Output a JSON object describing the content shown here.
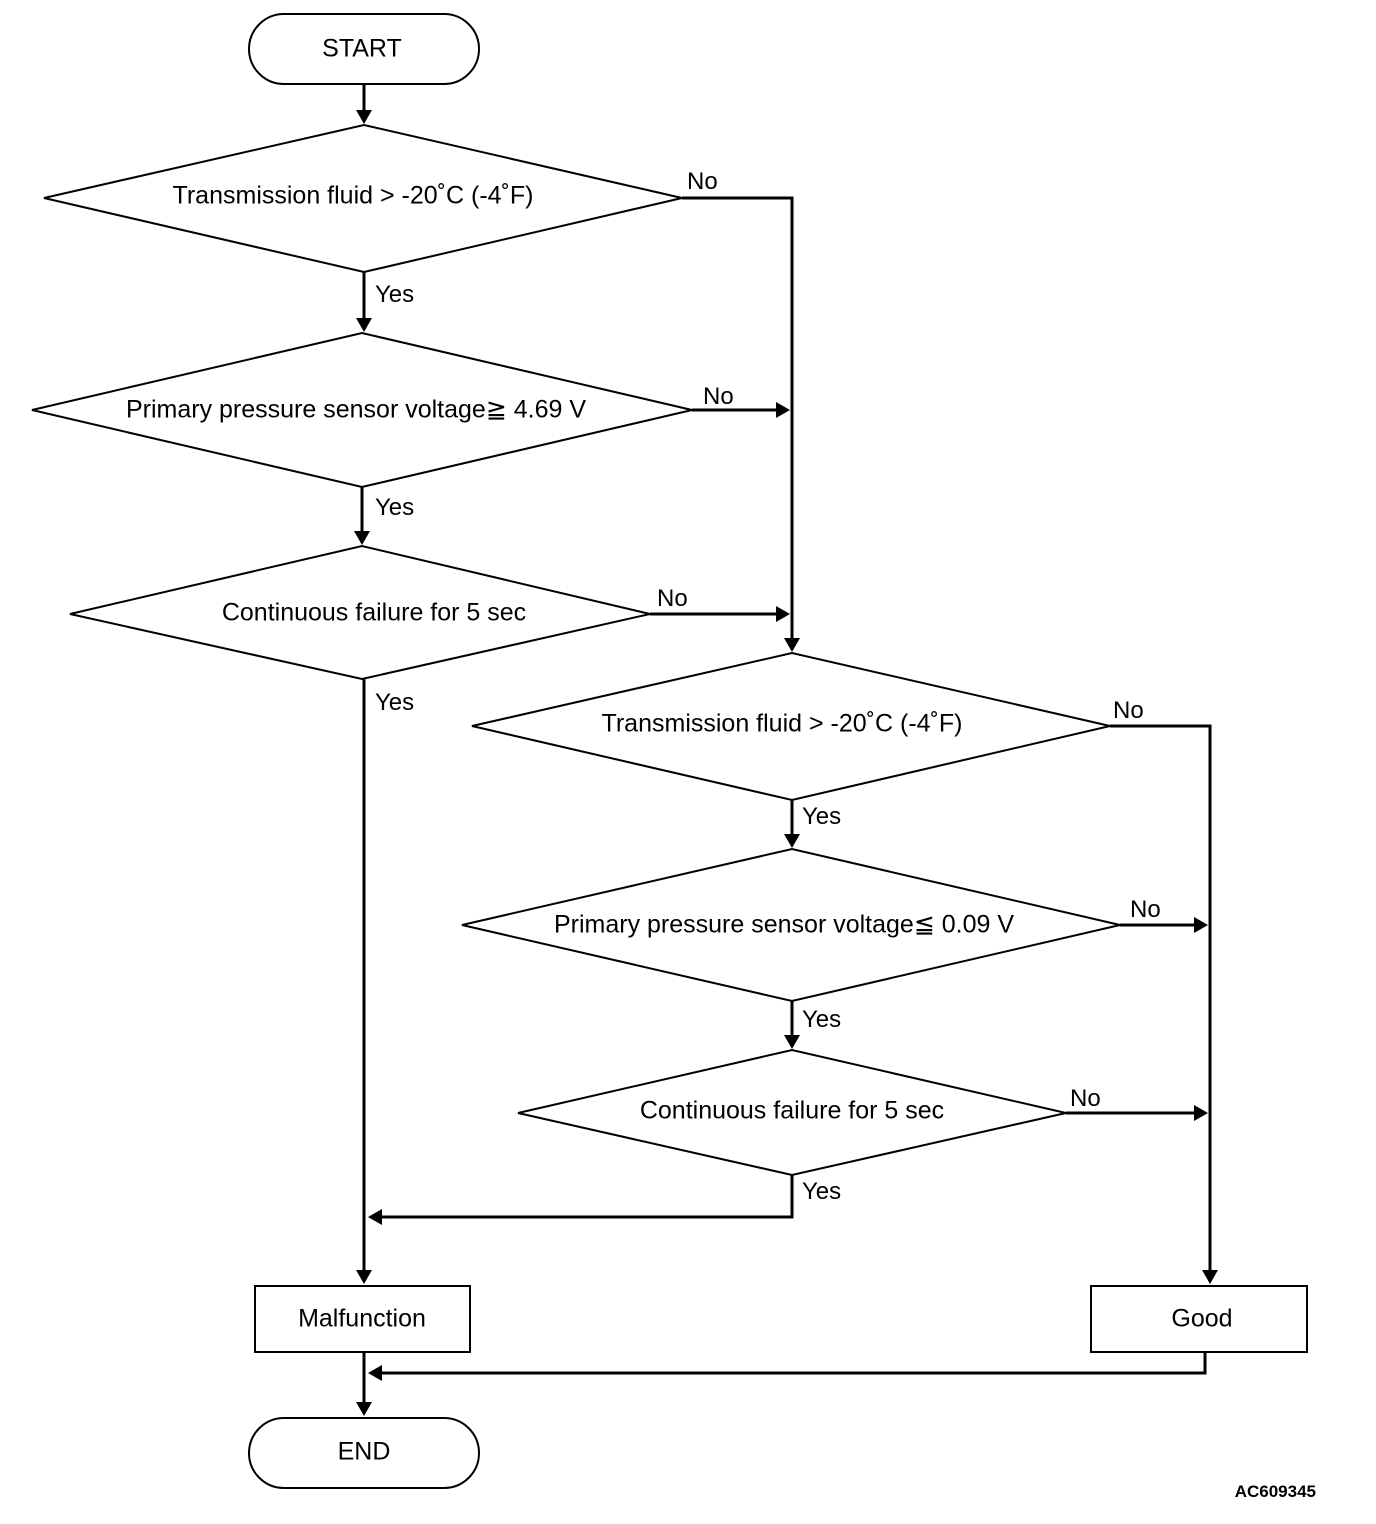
{
  "diagram": {
    "nodes": {
      "start": "START",
      "d1": "Transmission fluid > -20˚C (-4˚F)",
      "d2": "Primary pressure sensor voltage≧ 4.69 V",
      "d3": "Continuous failure for 5 sec",
      "d4": "Transmission fluid > -20˚C (-4˚F)",
      "d5": "Primary pressure sensor voltage≦ 0.09 V",
      "d6": "Continuous failure for 5 sec",
      "malfunction": "Malfunction",
      "good": "Good",
      "end": "END"
    },
    "edge_labels": {
      "d1_yes": "Yes",
      "d1_no": "No",
      "d2_yes": "Yes",
      "d2_no": "No",
      "d3_yes": "Yes",
      "d3_no": "No",
      "d4_yes": "Yes",
      "d4_no": "No",
      "d5_yes": "Yes",
      "d5_no": "No",
      "d6_yes": "Yes",
      "d6_no": "No"
    },
    "figure_code": "AC609345"
  }
}
